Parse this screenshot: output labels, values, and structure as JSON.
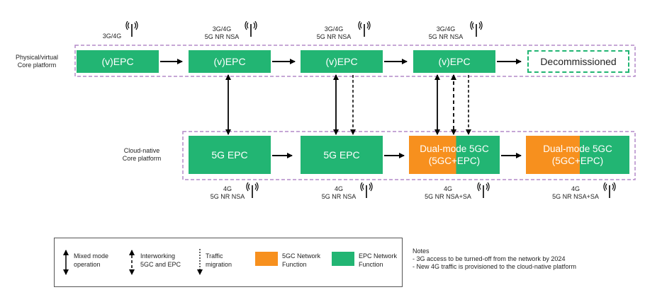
{
  "platforms": {
    "physical": "Physical/virtual\nCore platform",
    "cloud": "Cloud-native\nCore platform"
  },
  "top_access": [
    "3G/4G",
    "3G/4G\n5G NR NSA",
    "3G/4G\n5G NR NSA",
    "3G/4G\n5G NR NSA"
  ],
  "top_boxes": [
    "(v)EPC",
    "(v)EPC",
    "(v)EPC",
    "(v)EPC"
  ],
  "decommissioned": "Decommissioned",
  "bottom_boxes": {
    "b1": "5G EPC",
    "b2": "5G EPC",
    "b3": "Dual-mode 5GC\n(5GC+EPC)",
    "b4": "Dual-mode 5GC\n(5GC+EPC)"
  },
  "bottom_access": [
    "4G\n5G NR NSA",
    "4G\n5G NR NSA",
    "4G\n5G NR NSA+SA",
    "4G\n5G NR NSA+SA"
  ],
  "legend": {
    "mixed": "Mixed mode\noperation",
    "interworking": "Interworking\n5GC and EPC",
    "traffic": "Traffic\nmigration",
    "fivegc": "5GC Network\nFunction",
    "epc": "EPC Network\nFunction"
  },
  "notes": {
    "title": "Notes",
    "line1": "- 3G access to be turned-off from the network by 2024",
    "line2": "- New 4G traffic is provisioned to the cloud-native platform"
  },
  "colors": {
    "epc_green": "#22b573",
    "fivegc_orange": "#f7901e",
    "platform_border": "#b48ac8"
  }
}
